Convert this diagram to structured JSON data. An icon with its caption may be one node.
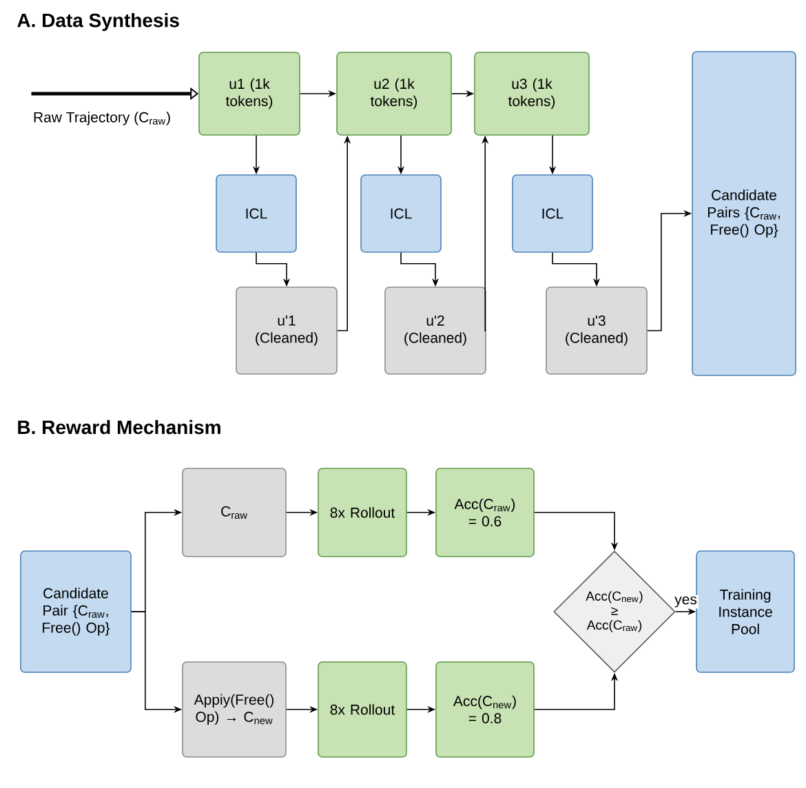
{
  "diagram": {
    "nodes": [
      {
        "text": [
          "Raw Trajectory (C$_{raw}$)"
        ]
      },
      {
        "text": [
          "u1 (1k tokens)"
        ]
      },
      {
        "text": [
          "u2 (1k tokens)"
        ]
      },
      {
        "text": [
          "u3 (1k tokens)"
        ]
      },
      {
        "text": [
          "Candidate Pairs {C$_{raw}$, Free() Op}"
        ]
      },
      {
        "text": [
          "ICL"
        ]
      },
      {
        "text": [
          "ICL"
        ]
      },
      {
        "text": [
          "ICL"
        ]
      },
      {
        "text": [
          "u'1 (Cleaned)"
        ]
      },
      {
        "text": [
          "u'2 (Cleaned)"
        ]
      },
      {
        "text": [
          "u'3 (Cleaned)"
        ]
      },
      {
        "text": [
          "Candidate Pair {C$_{raw}$, Free() Op}"
        ]
      },
      {
        "text": [
          "C$_{raw}$"
        ]
      },
      {
        "text": [
          "8x Rollout"
        ]
      },
      {
        "text": [
          "Acc(C$_{raw}$) = 0.6"
        ]
      },
      {
        "text": [
          "Acc(C$_{new}$) ≥ Acc(C$_{raw}$)"
        ]
      },
      {
        "text": [
          "Training Instance Pool"
        ]
      },
      {
        "text": [
          "Appiy(Free() Op) → C$_{new}$"
        ]
      },
      {
        "text": [
          "8x Rollout"
        ]
      },
      {
        "text": [
          "Acc(C$_{new}$) = 0.8"
        ]
      }
    ],
    "edges": [
      {
        "from": 0,
        "to": 1,
        "arrow": "to",
        "style": "thick"
      },
      {
        "from": 1,
        "to": 2,
        "arrow": "to"
      },
      {
        "from": 2,
        "to": 3,
        "arrow": "to"
      },
      {
        "from": 1,
        "to": 5,
        "arrow": "to"
      },
      {
        "from": 5,
        "to": 8,
        "arrow": "to"
      },
      {
        "from": 8,
        "to": 2,
        "arrow": "to"
      },
      {
        "from": 2,
        "to": 6,
        "arrow": "to"
      },
      {
        "from": 6,
        "to": 9,
        "arrow": "to"
      },
      {
        "from": 9,
        "to": 3,
        "arrow": "to"
      },
      {
        "from": 3,
        "to": 7,
        "arrow": "to"
      },
      {
        "from": 7,
        "to": 10,
        "arrow": "to"
      },
      {
        "from": 10,
        "to": 4,
        "arrow": "to"
      },
      {
        "from": 11,
        "to": 12,
        "arrow": "to"
      },
      {
        "from": 11,
        "to": 17,
        "arrow": "to"
      },
      {
        "from": 12,
        "to": 13,
        "arrow": "to"
      },
      {
        "from": 13,
        "to": 14,
        "arrow": "to"
      },
      {
        "from": 14,
        "to": 15,
        "arrow": "to"
      },
      {
        "from": 17,
        "to": 18,
        "arrow": "to"
      },
      {
        "from": 18,
        "to": 19,
        "arrow": "to"
      },
      {
        "from": 19,
        "to": 15,
        "arrow": "to"
      },
      {
        "from": 15,
        "to": 16,
        "arrow": "to",
        "label": "yes"
      }
    ],
    "labels": [
      "A. Data Synthesis",
      "B. Reward Mechanism"
    ]
  }
}
